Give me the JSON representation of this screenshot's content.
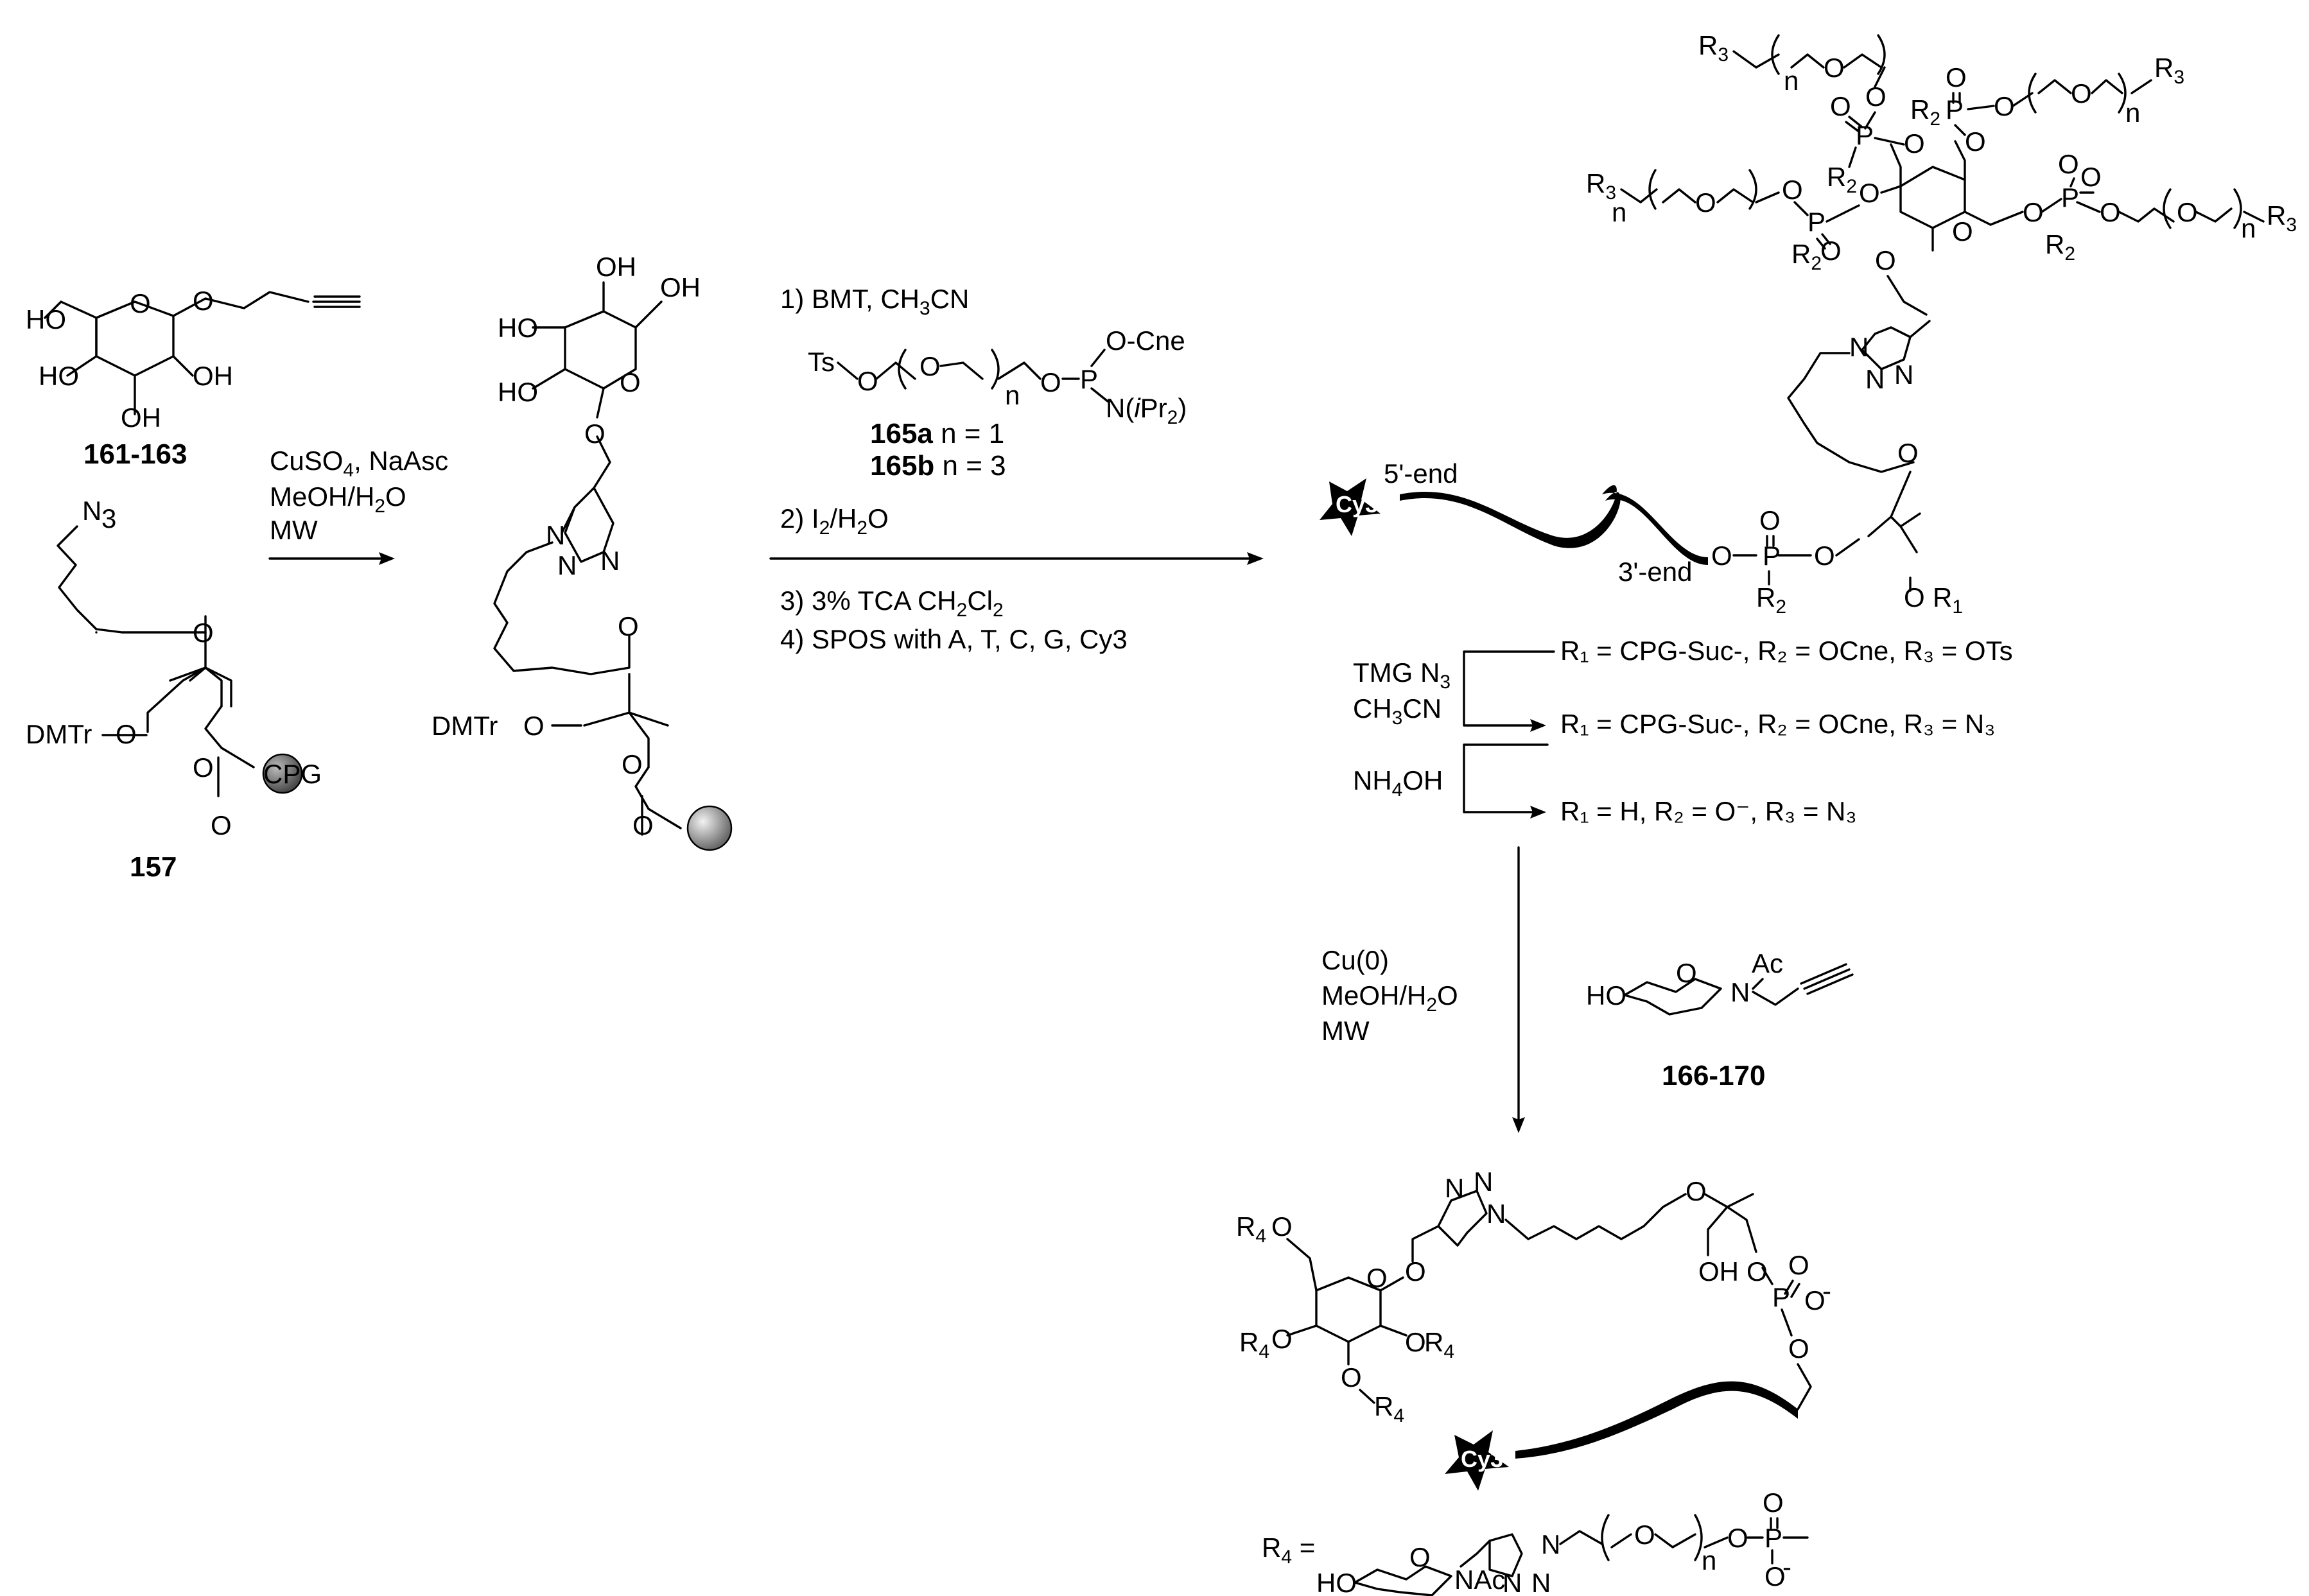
{
  "compounds": {
    "c161": "161-163",
    "c157": "157",
    "c166": "166-170"
  },
  "atoms": {
    "HO": "HO",
    "OH": "OH",
    "O": "O",
    "N": "N",
    "N3": "N",
    "three": "3",
    "DMTr": "DMTr",
    "CPG": "CPG",
    "Ts": "Ts",
    "P": "P",
    "Cne": "O-Cne",
    "NiPr": "N(",
    "iPr_i": "i",
    "iPr_rest": "Pr",
    "two": "2",
    "n": "n",
    "R1": "R",
    "R2": "R",
    "R3": "R",
    "R4": "R",
    "sub1": "1",
    "sub2": "2",
    "sub3": "3",
    "sub4": "4",
    "Ac": "Ac",
    "NAc": "NAc",
    "minus": "-",
    "Cy3": "Cy3",
    "five_end": "5'-end",
    "three_end": "3'-end",
    "R4_eq": " ="
  },
  "step1": {
    "line1_a": "CuSO",
    "line1_sub": "4",
    "line1_b": ", NaAsc",
    "line2_a": "MeOH/H",
    "line2_sub": "2",
    "line2_b": "O",
    "line3": "MW"
  },
  "step2": {
    "s1": "1)  BMT, CH",
    "s1_sub": "3",
    "s1_b": "CN",
    "reagent_a": "165a",
    "reagent_a_rest": " n = 1",
    "reagent_b": "165b",
    "reagent_b_rest": " n = 3",
    "s2": "2) I",
    "s2_sub": "2",
    "s2_b": "/H",
    "s2_sub2": "2",
    "s2_c": "O",
    "s3": "3) 3% TCA CH",
    "s3_sub": "2",
    "s3_b": "Cl",
    "s3_sub2": "2",
    "s4": "4) SPOS with A, T, C, G, Cy3"
  },
  "conditions": {
    "tmg": "TMG N",
    "tmg_sub": "3",
    "ch3cn": "CH",
    "ch3cn_sub": "3",
    "ch3cn_b": "CN",
    "nh4oh": "NH",
    "nh4oh_sub": "4",
    "nh4oh_b": "OH",
    "cu": "Cu(0)",
    "meoh": "MeOH/H",
    "meoh_sub": "2",
    "meoh_b": "O",
    "mw": "MW"
  },
  "results": {
    "line1": "R₁ = CPG-Suc-, R₂ = OCne, R₃ = OTs",
    "line2": "R₁ = CPG-Suc-, R₂ = OCne, R₃ = N₃",
    "line3": "R₁ = H, R₂ = O⁻, R₃ = N₃"
  }
}
